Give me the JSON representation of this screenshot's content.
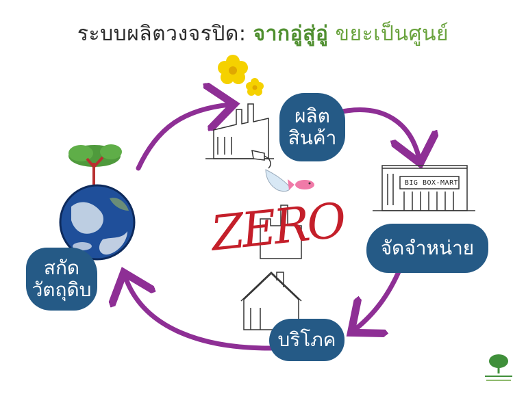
{
  "title": {
    "part1": "ระบบผลิตวงจรปิด: ",
    "part2": "จากอู่สู่อู่",
    "part3": " ขยะเป็นศูนย์"
  },
  "stages": {
    "produce": {
      "line1": "ผลิต",
      "line2": "สินค้า"
    },
    "distribute": "จัดจำหน่าย",
    "consume": "บริโภค",
    "extract": {
      "line1": "สกัด",
      "line2": "วัตถุดิบ"
    }
  },
  "store_sign": "BIG BOX-MART",
  "zero_label": "ZERO",
  "colors": {
    "arrow": "#8e2f95",
    "blob": "#255a86",
    "zero": "#c41f2a",
    "title_green": "#4f8f2f",
    "flower": "#f5d100",
    "tree": "#4f9a3c",
    "fish": "#f07aa8"
  },
  "icons": [
    "sun-flower-icon",
    "factory-icon",
    "store-icon",
    "house-icon",
    "earth-icon",
    "tree-icon",
    "fish-icon",
    "logo-icon"
  ]
}
